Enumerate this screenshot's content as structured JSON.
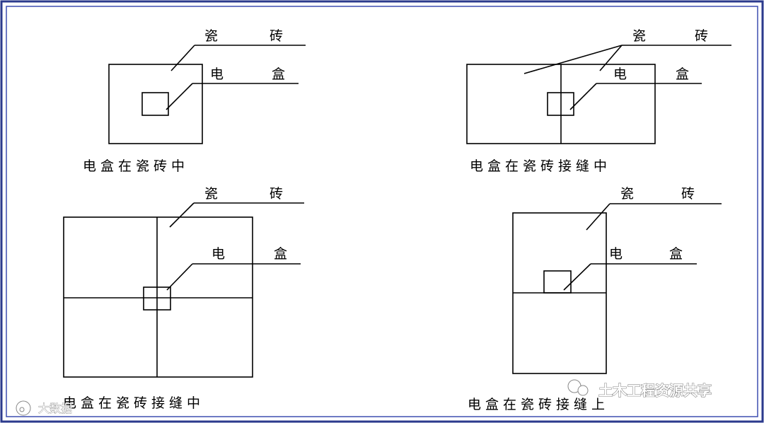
{
  "labels": {
    "tile_a": "瓷",
    "tile_b": "砖",
    "box_a": "电",
    "box_b": "盒"
  },
  "captions": {
    "d1": "电盒在瓷砖中",
    "d2": "电盒在瓷砖接缝中",
    "d3": "电盒在瓷砖接缝中",
    "d4": "电盒在瓷砖接缝上"
  },
  "watermarks": {
    "right": "土木工程资源共享",
    "left": "大数据"
  },
  "colors": {
    "frame_outer": "#2b3a8c",
    "frame_inner": "#3d4db0",
    "line": "#000000"
  }
}
